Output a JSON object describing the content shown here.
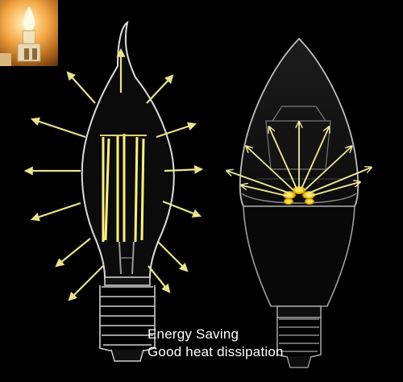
{
  "caption": {
    "line1": "Energy Saving",
    "line2": "Good heat dissipation"
  },
  "colors": {
    "background": "#000000",
    "arrow": "#e8e48a",
    "filament": "#fff27a",
    "outline": "#d8d8d8",
    "led": "#ffd21a"
  },
  "icons": {
    "inset": "warm-lit-candle-bulb-photo",
    "left": "filament-candle-bulb",
    "right": "led-candle-bulb"
  }
}
